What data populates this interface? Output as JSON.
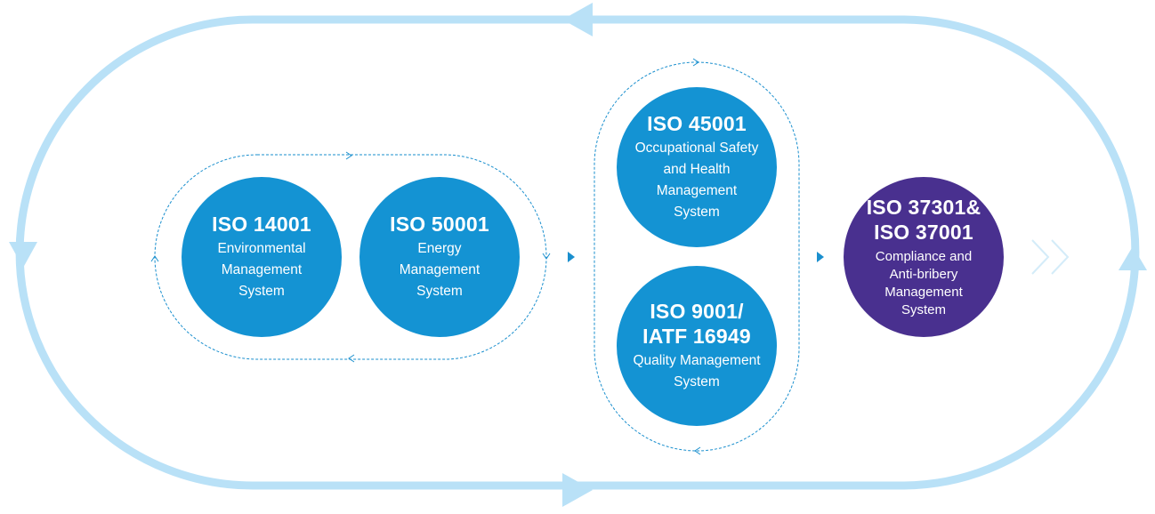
{
  "colors": {
    "outer_loop": "#b9e1f7",
    "dashed": "#1a8fce",
    "blue_circle": "#1493d3",
    "purple_circle": "#49308f",
    "chevron": "#d4ecf9"
  },
  "nodes": [
    {
      "id": "iso14001",
      "code_lines": [
        "ISO 14001"
      ],
      "desc_lines": [
        "Environmental",
        "Management",
        "System"
      ]
    },
    {
      "id": "iso50001",
      "code_lines": [
        "ISO 50001"
      ],
      "desc_lines": [
        "Energy",
        "Management",
        "System"
      ]
    },
    {
      "id": "iso45001",
      "code_lines": [
        "ISO 45001"
      ],
      "desc_lines": [
        "Occupational Safety",
        "and Health",
        "Management",
        "System"
      ]
    },
    {
      "id": "iso9001",
      "code_lines": [
        "ISO 9001/",
        "IATF 16949"
      ],
      "desc_lines": [
        "Quality Management",
        "System"
      ]
    },
    {
      "id": "iso37301",
      "code_lines": [
        "ISO 37301&",
        "ISO 37001"
      ],
      "desc_lines": [
        "Compliance and",
        "Anti-bribery",
        "Management",
        "System"
      ]
    }
  ]
}
